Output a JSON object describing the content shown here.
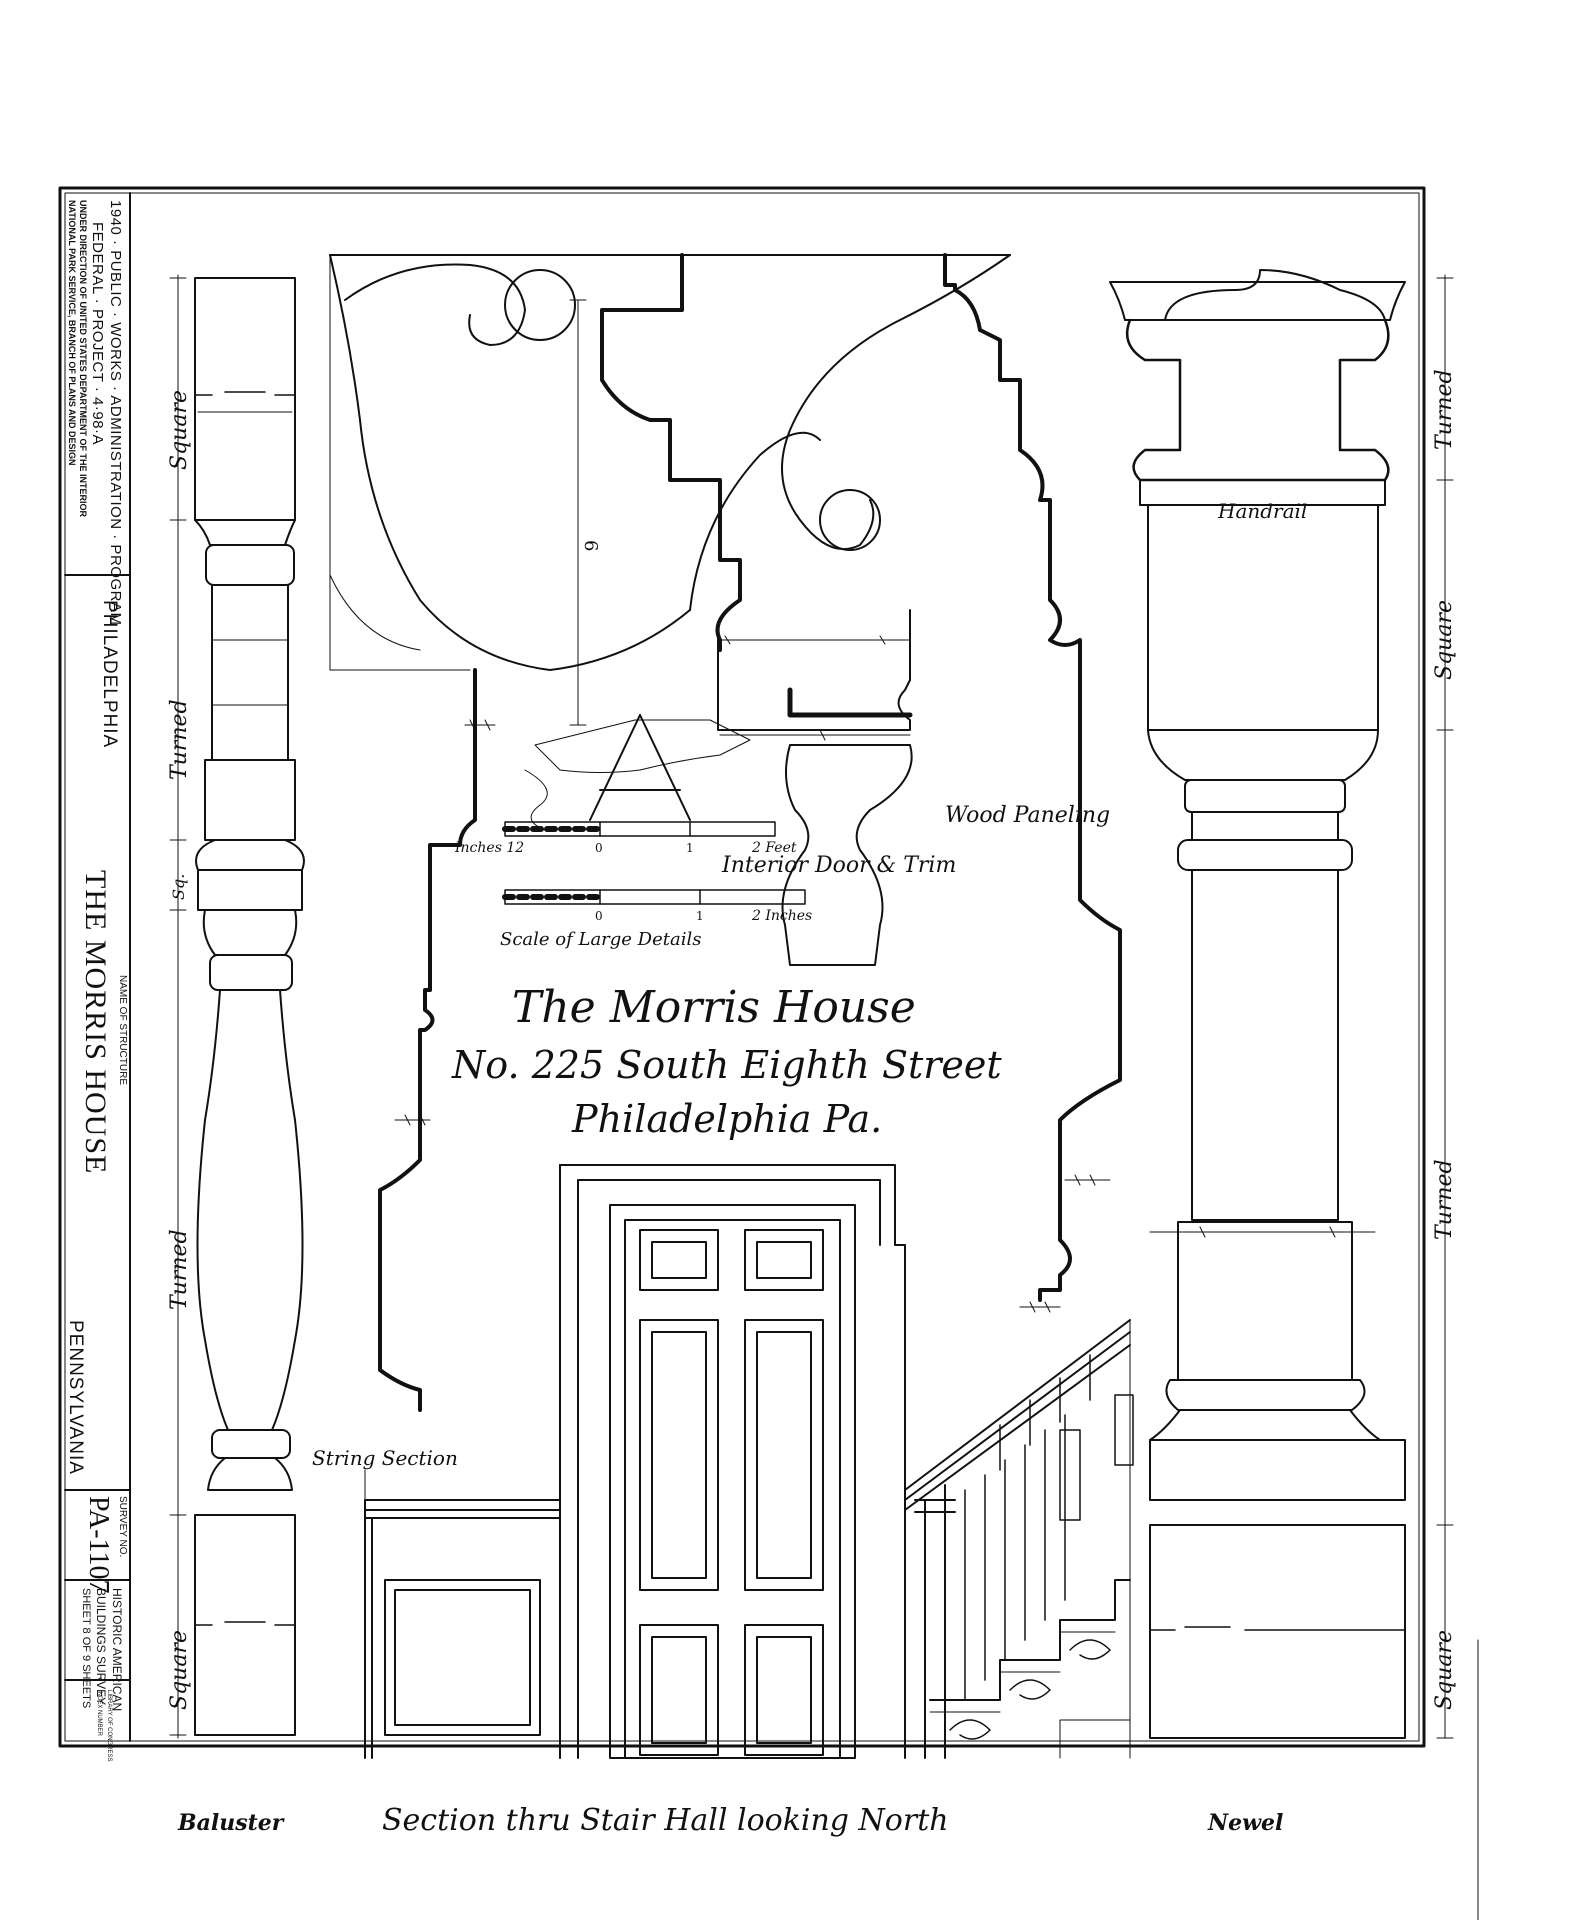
{
  "title_block": {
    "program_line": "1940 · PUBLIC · WORKS · ADMINISTRATION · PROGRAM",
    "project_line": "FEDERAL · PROJECT · 4·98·A",
    "direction_line1": "UNDER DIRECTION OF UNITED STATES DEPARTMENT OF THE INTERIOR",
    "direction_line2": "NATIONAL PARK SERVICE, BRANCH OF PLANS AND DESIGN",
    "city": "PHILADELPHIA",
    "name_label": "NAME OF STRUCTURE",
    "structure_name": "THE MORRIS HOUSE",
    "state": "PENNSYLVANIA",
    "survey_label": "SURVEY NO.",
    "survey_no": "PA-1107",
    "habs_line1": "HISTORIC AMERICAN",
    "habs_line2": "BUILDINGS SURVEY",
    "sheet_line": "SHEET 8 OF 9 SHEETS",
    "loc_line1": "LIBRARY OF CONGRESS",
    "loc_line2": "INDEX NUMBER"
  },
  "drawing": {
    "title_line1": "The Morris House",
    "title_line2": "No. 225 South Eighth Street",
    "title_line3": "Philadelphia Pa.",
    "handrail_label": "Handrail",
    "wood_paneling_label": "Wood Paneling",
    "door_trim_label": "Interior Door & Trim",
    "string_section_label": "String Section",
    "dimension_label": "6",
    "baluster_caption": "Baluster",
    "section_caption": "Section thru Stair Hall looking North",
    "newel_caption": "Newel",
    "baluster_dims": [
      "Square",
      "Turned",
      "Sq.",
      "Turned",
      "Square"
    ],
    "newel_dims": [
      "Turned",
      "Square",
      "Turned",
      "Square"
    ]
  },
  "scales": {
    "feet_label_left": "Inches 12",
    "feet_zero": "0",
    "feet_one": "1",
    "feet_end": "2 Feet",
    "inch_zero": "0",
    "inch_one": "1",
    "inch_end": "2 Inches",
    "scale_title": "Scale of Large Details"
  }
}
